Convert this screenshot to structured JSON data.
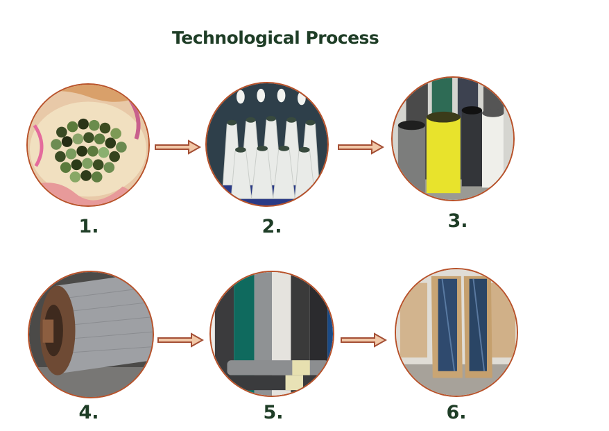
{
  "title": "Technological Process",
  "steps": [
    {
      "label": "1.",
      "icon": "glass-marbles-photo"
    },
    {
      "label": "2.",
      "icon": "white-yarn-bobbins-photo"
    },
    {
      "label": "3.",
      "icon": "colored-yarn-spools-photo"
    },
    {
      "label": "4.",
      "icon": "mesh-weaving-roller-photo"
    },
    {
      "label": "5.",
      "icon": "screen-mesh-rolls-photo"
    },
    {
      "label": "6.",
      "icon": "packed-cartons-photo"
    }
  ],
  "colors": {
    "title": "#1e3d26",
    "ring": "#b8522a",
    "arrow": "#a44e34"
  }
}
